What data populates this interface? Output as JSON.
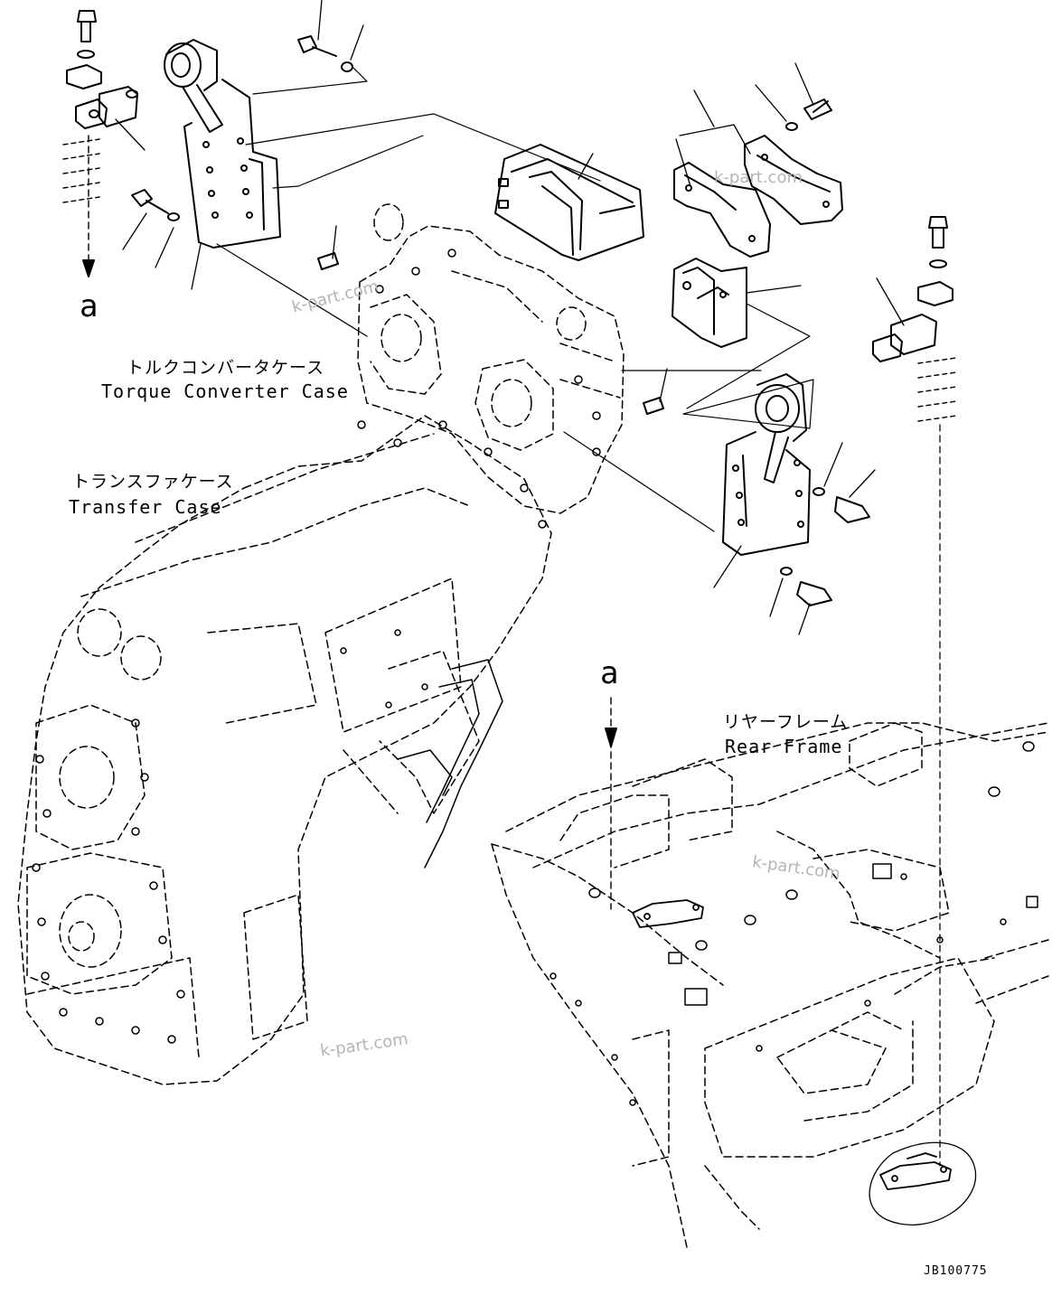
{
  "labels": {
    "ref_mark": "a",
    "torque_converter_case_jp": "トルクコンバータケース",
    "torque_converter_case_en": "Torque Converter Case",
    "transfer_case_jp": "トランスファケース",
    "transfer_case_en": "Transfer Case",
    "rear_frame_jp": "リヤーフレーム",
    "rear_frame_en": "Rear Frame",
    "drawing_number": "JB100775"
  },
  "watermark": "k-part.com",
  "colors": {
    "line": "#000000",
    "watermark": "#b4b4b4",
    "background": "#ffffff"
  }
}
